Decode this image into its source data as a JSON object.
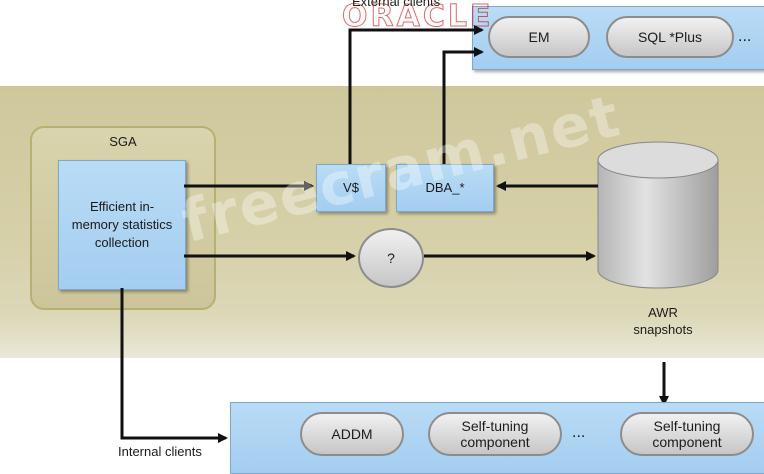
{
  "header": {
    "external_clients_label": "External clients",
    "brand_logo_text": "ORACLE"
  },
  "external_clients": [
    "EM",
    "SQL *Plus",
    "..."
  ],
  "sga": {
    "label": "SGA",
    "inner_box": "Efficient in-memory statistics collection"
  },
  "views": {
    "v_dollar": "V$",
    "dba": "DBA_*"
  },
  "unknown_process": "?",
  "awr": {
    "label_line1": "AWR",
    "label_line2": "snapshots"
  },
  "internal_clients": {
    "label": "Internal clients",
    "items": [
      "ADDM",
      "Self-tuning component",
      "...",
      "Self-tuning component"
    ]
  },
  "watermark_text": "freecram.net",
  "colors": {
    "band": "#d3cda4",
    "blue_box": "#b0d4f3",
    "pill": "#d8d8d8",
    "cylinder": "#c8c8c8",
    "arrow": "#111111"
  }
}
